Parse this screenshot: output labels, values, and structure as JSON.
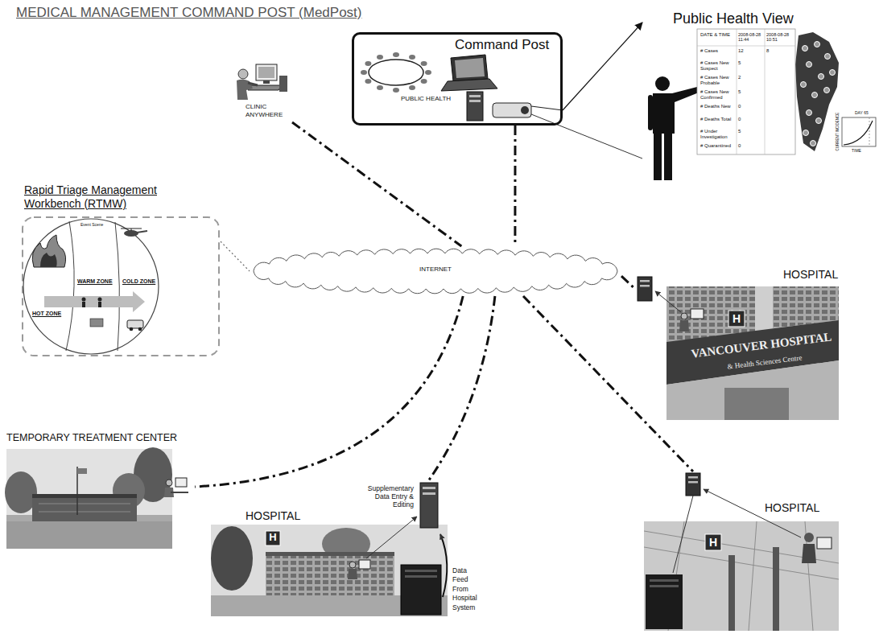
{
  "diagram": {
    "title": "MEDICAL MANAGEMENT COMMAND POST (MedPost)",
    "nodes": [
      {
        "text": [
          "Command Post",
          "PUBLIC HEALTH"
        ]
      },
      {
        "text": [
          "Public Health View"
        ]
      },
      {
        "text": [
          "CLINIC ANYWHERE"
        ]
      },
      {
        "text": [
          "Rapid Triage Management Workbench (RTMW)"
        ]
      },
      {
        "text": [
          "INTERNET"
        ]
      },
      {
        "text": [
          "HOSPITAL"
        ]
      },
      {
        "text": [
          "TEMPORARY TREATMENT CENTER"
        ]
      },
      {
        "text": [
          "HOSPITAL"
        ]
      },
      {
        "text": [
          "HOSPITAL"
        ]
      }
    ],
    "edges": [
      {
        "from": 2,
        "to": 4,
        "arrow": "none"
      },
      {
        "from": 0,
        "to": 4,
        "arrow": "none"
      },
      {
        "from": 3,
        "to": 4,
        "arrow": "none"
      },
      {
        "from": 4,
        "to": 5,
        "arrow": "none"
      },
      {
        "from": 4,
        "to": 6,
        "arrow": "none"
      },
      {
        "from": 4,
        "to": 7,
        "arrow": "none"
      },
      {
        "from": 4,
        "to": 8,
        "arrow": "none"
      },
      {
        "from": 0,
        "to": 1,
        "arrow": "to"
      }
    ],
    "labels": [
      "DATE & TIME",
      "2008-08-28 11:44",
      "2008-08-28 10:51",
      "# Cases",
      "12",
      "8",
      "# Cases New Suspect",
      "5",
      "# Cases New Probable",
      "2",
      "# Cases New Confirmed",
      "5",
      "# Deaths New",
      "0",
      "# Deaths Total",
      "0",
      "# Under Investigation",
      "5",
      "# Quarantined",
      "0",
      "DAY 65",
      "CURRENT INCIDENCE",
      "TIME",
      "Event Scene",
      "WARM ZONE",
      "COLD ZONE",
      "HOT ZONE",
      "H",
      "VANCOUVER HOSPITAL",
      "& Health Sciences Centre",
      "Supplementary Data Entry & Editing",
      "H",
      "Data Feed From Hospital System",
      "H"
    ]
  }
}
